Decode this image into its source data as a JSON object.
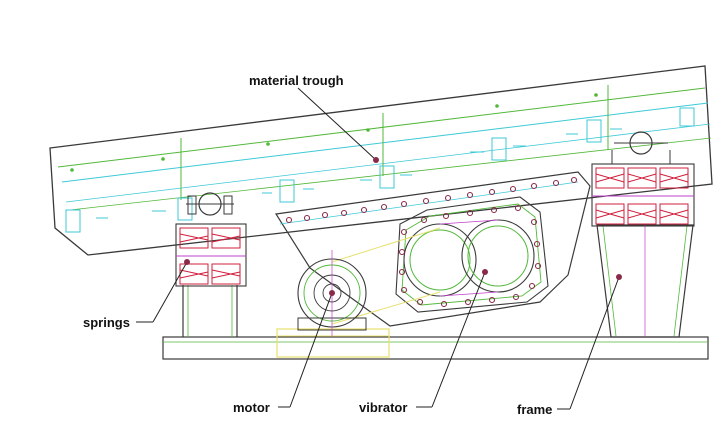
{
  "labels": {
    "trough": "material trough",
    "springs": "springs",
    "motor": "motor",
    "vibrator": "vibrator",
    "frame": "frame"
  },
  "colors": {
    "outline": "#3a3a3a",
    "spring": "#d21f3c",
    "cyan": "#3ec9d6",
    "green": "#52b83a",
    "magenta": "#c040c8",
    "yellow": "#e8e070",
    "bolt": "#8a2a4a",
    "leader": "#222222"
  }
}
